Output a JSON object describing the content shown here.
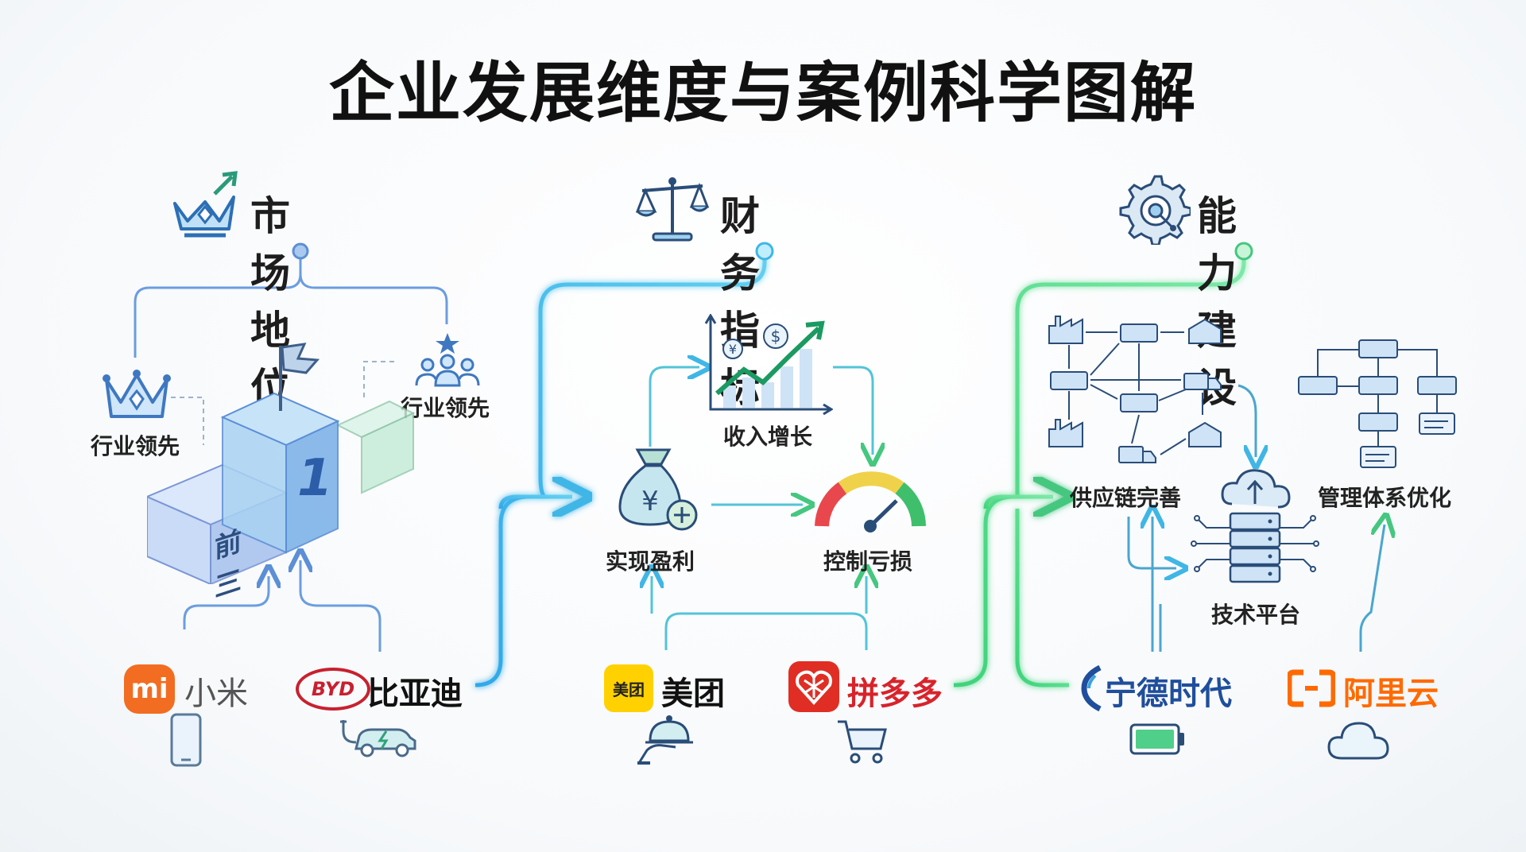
{
  "title": "企业发展维度与案例科学图解",
  "sections": {
    "market": {
      "title": "市场地位",
      "labels": {
        "left": "行业领先",
        "right": "行业领先",
        "podium_first": "1",
        "podium_top3": "前三"
      },
      "brands": [
        {
          "name": "小米",
          "badge": "mi"
        },
        {
          "name": "比亚迪",
          "badge": "BYD"
        }
      ],
      "icons": [
        "crown-growth-icon",
        "crown-icon",
        "team-star-icon",
        "flag-icon",
        "phone-icon",
        "electric-car-icon"
      ]
    },
    "finance": {
      "title": "财务指标",
      "labels": {
        "revenue": "收入增长",
        "profit": "实现盈利",
        "loss": "控制亏损"
      },
      "brands": [
        {
          "name": "美团",
          "badge": "美团"
        },
        {
          "name": "拼多多",
          "badge": ""
        }
      ],
      "icons": [
        "balance-scale-icon",
        "growth-chart-icon",
        "money-bag-icon",
        "gauge-icon",
        "food-delivery-icon",
        "shopping-cart-icon"
      ]
    },
    "capability": {
      "title": "能力建设",
      "labels": {
        "supply_chain": "供应链完善",
        "management": "管理体系优化",
        "tech": "技术平台"
      },
      "brands": [
        {
          "name": "宁德时代",
          "badge": ""
        },
        {
          "name": "阿里云",
          "badge": ""
        }
      ],
      "icons": [
        "gear-icon",
        "supply-network-icon",
        "flowchart-icon",
        "server-cloud-icon",
        "battery-icon",
        "cloud-icon"
      ]
    }
  },
  "colors": {
    "blue": "#5b8fd6",
    "cyan": "#3fb6e6",
    "green": "#4fcf8a",
    "orange": "#f26d21",
    "byd_red": "#c8202f",
    "meituan_yellow": "#ffd100",
    "pdd_red": "#e02e24",
    "catl_blue": "#1f4e9c",
    "aliyun_orange": "#ff6a00"
  }
}
